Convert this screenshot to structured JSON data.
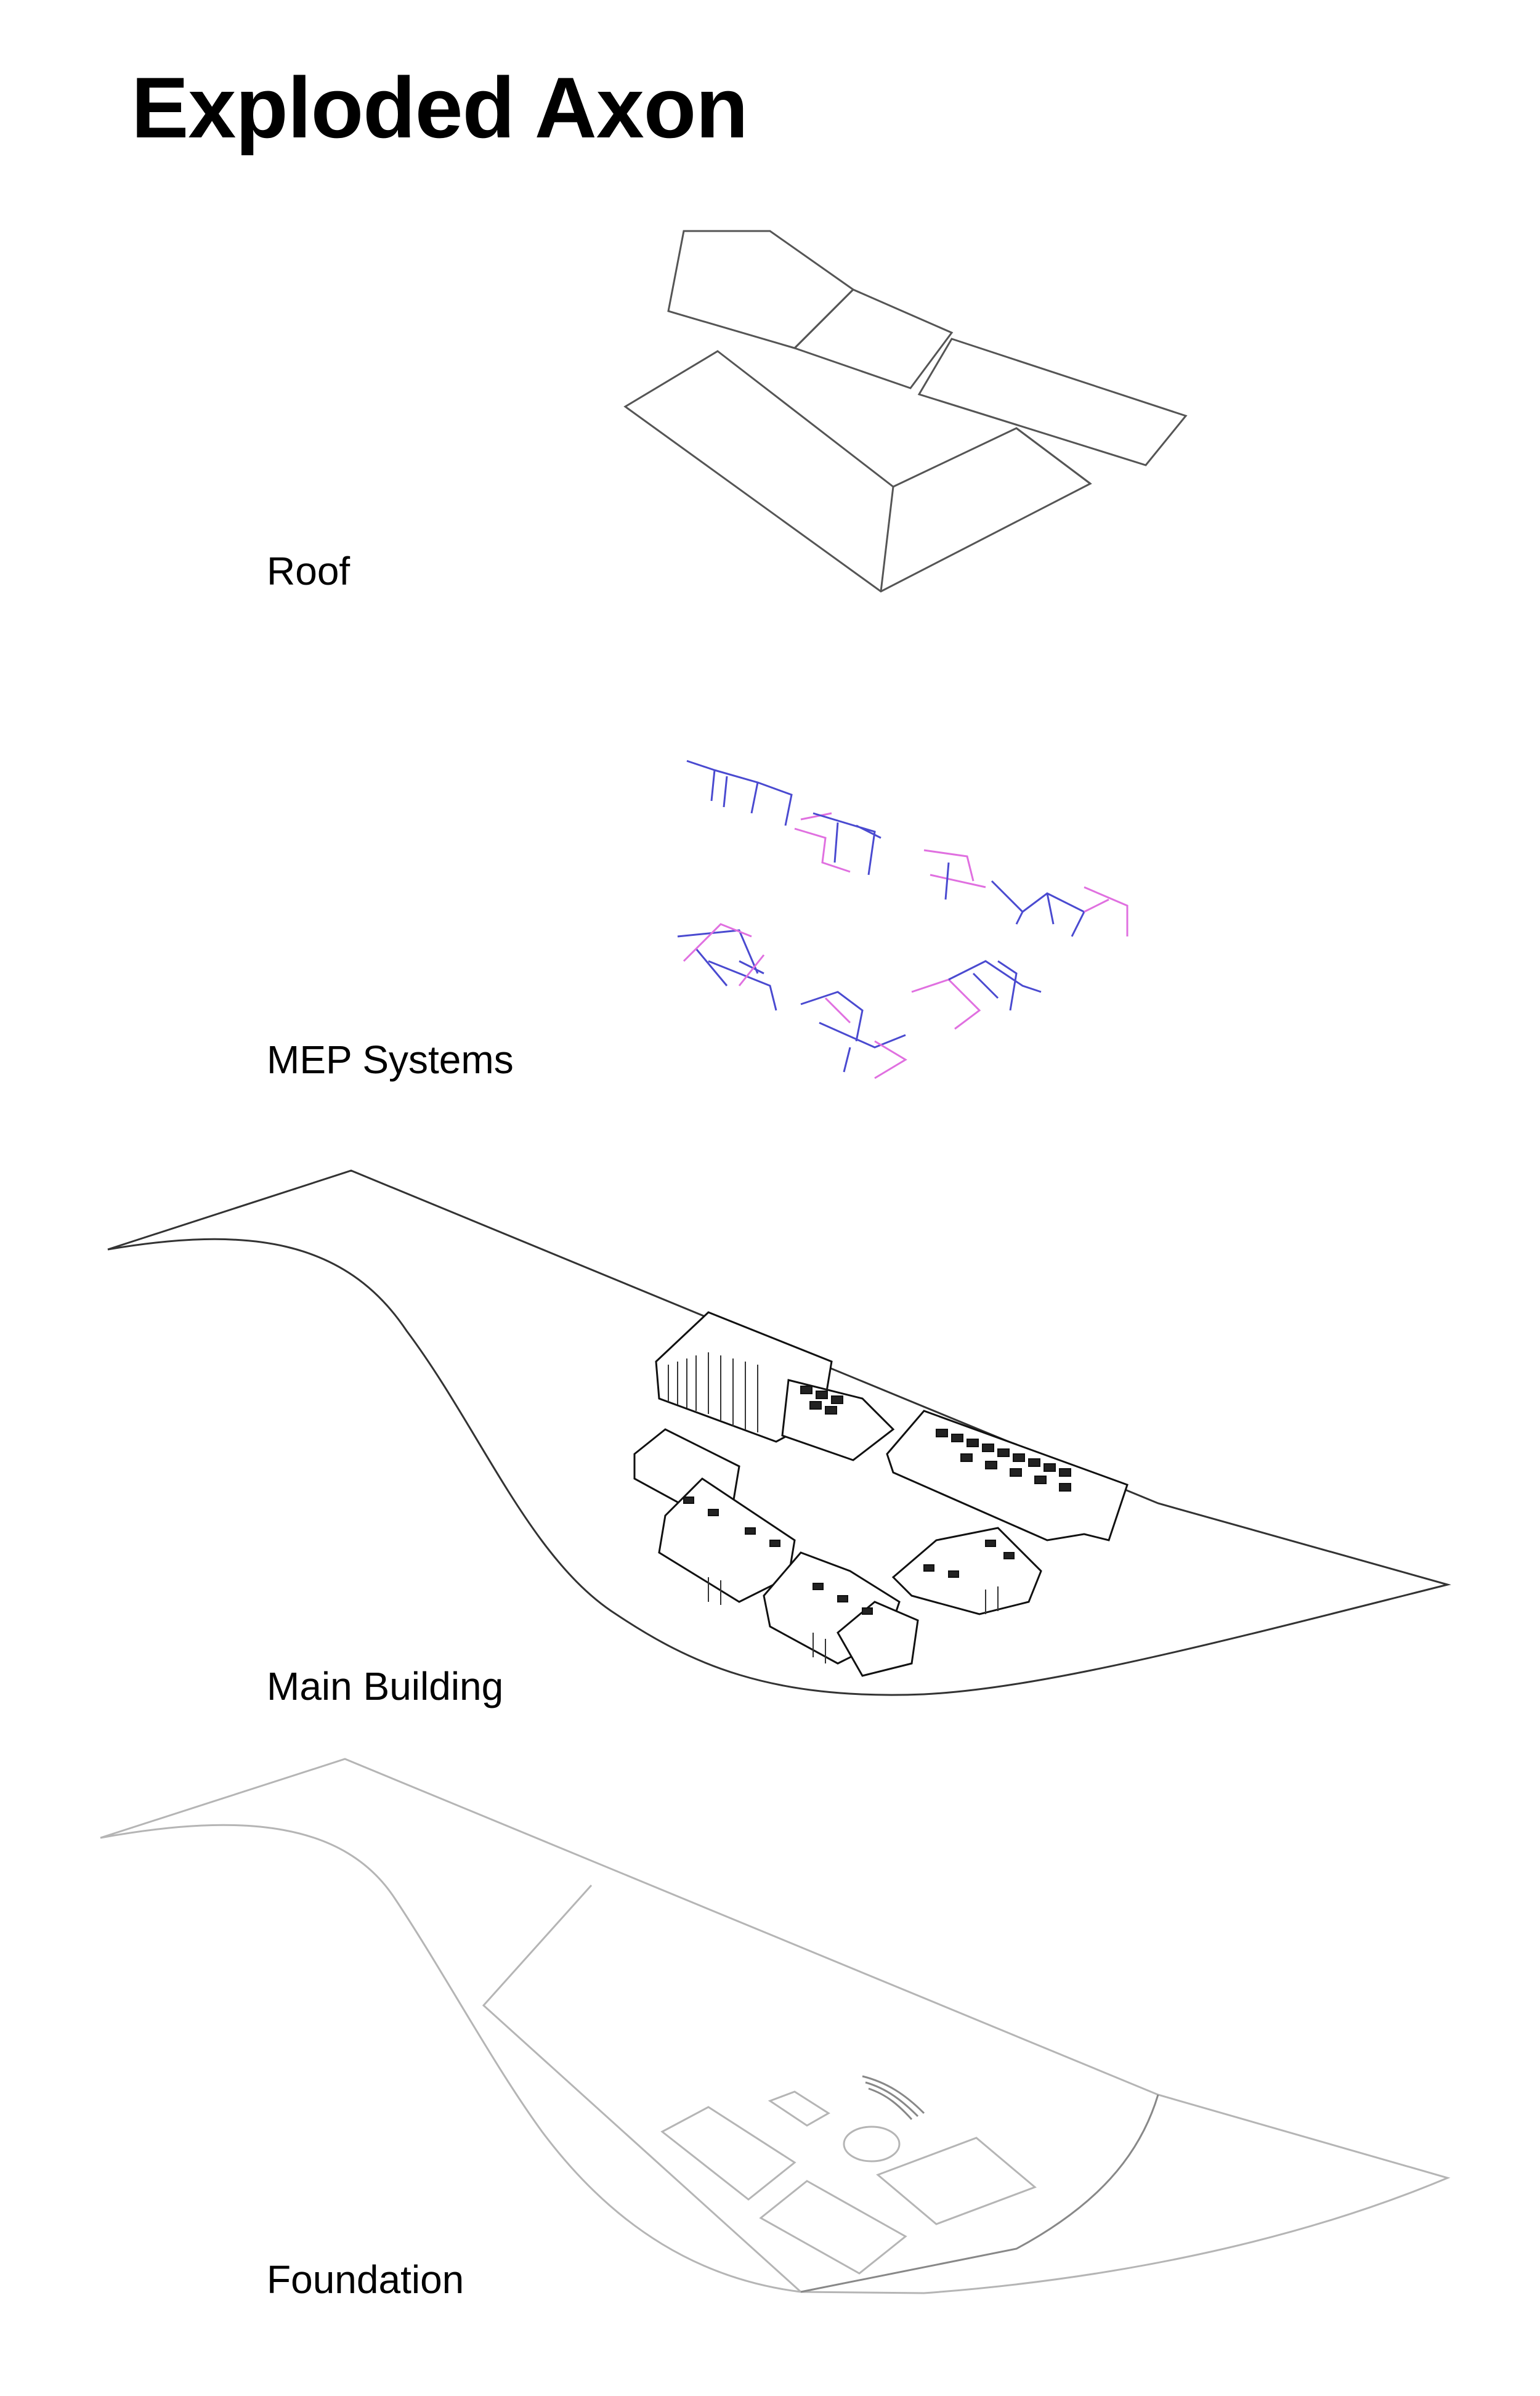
{
  "title": "Exploded Axon",
  "layers": [
    {
      "id": "roof",
      "label": "Roof"
    },
    {
      "id": "mep",
      "label": "MEP Systems"
    },
    {
      "id": "main",
      "label": "Main Building"
    },
    {
      "id": "foundation",
      "label": "Foundation"
    }
  ],
  "colors": {
    "line": "#555555",
    "line_dark": "#111111",
    "line_light": "#b5b5b5",
    "mep_blue": "#4a4ad0",
    "mep_pink": "#e070e0"
  }
}
